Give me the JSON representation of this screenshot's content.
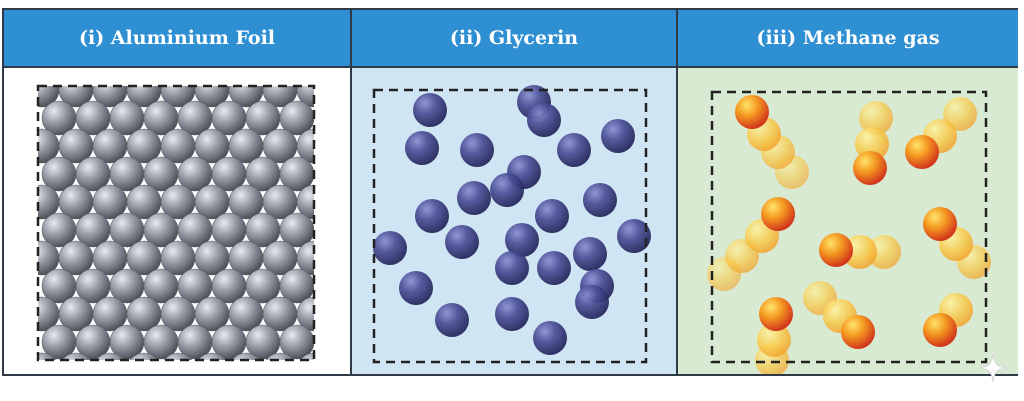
{
  "panels": [
    {
      "title": "(i) Aluminium Foil",
      "background": "#ffffff",
      "particle_color": "#8a8e98",
      "arrangement": "close-packed"
    },
    {
      "title": "(ii) Glycerin",
      "background": "#cfe5f4",
      "particle_color": "#3f4386",
      "arrangement": "random, moderately spaced"
    },
    {
      "title": "(iii) Methane gas",
      "background": "#d9ead3",
      "particle_color": "#f08a1c",
      "arrangement": "far apart, moving"
    }
  ],
  "colors": {
    "header": "#2f8fd3",
    "border": "#2e3b47",
    "box_dash": "#222222"
  },
  "icons": {
    "corner": "sparkle-icon"
  }
}
